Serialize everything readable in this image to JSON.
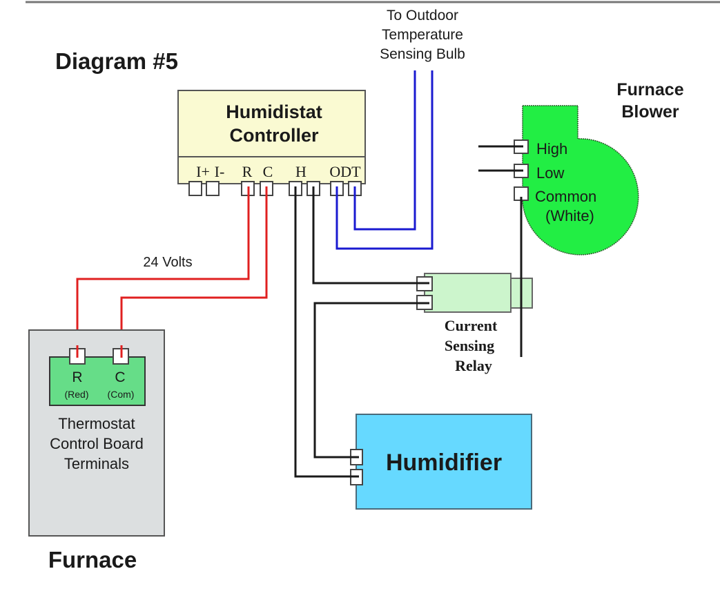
{
  "title": "Diagram #5",
  "colors": {
    "wire_power": "#e02020",
    "wire_sensor": "#1a1ad0",
    "wire_control": "#1a1a1a",
    "humidistat_fill": "#fafad2",
    "blower_fill": "#22ee44",
    "relay_fill": "#ccf5cc",
    "humidifier_fill": "#66d9ff",
    "furnace_fill": "#dcdfe0",
    "terminal_block_fill": "#66dd88"
  },
  "outdoor_sensor": {
    "label_lines": [
      "To Outdoor",
      "Temperature",
      "Sensing Bulb"
    ]
  },
  "humidistat": {
    "title_lines": [
      "Humidistat",
      "Controller"
    ],
    "terminal_labels": [
      "I+",
      "I-",
      "R",
      "C",
      "H",
      "ODT"
    ]
  },
  "blower": {
    "title_lines": [
      "Furnace",
      "Blower"
    ],
    "terminals": [
      "High",
      "Low",
      "Common",
      "(White)"
    ]
  },
  "relay": {
    "label_lines": [
      "Current",
      "Sensing",
      "Relay"
    ]
  },
  "humidifier": {
    "label": "Humidifier"
  },
  "power_wire_label": "24 Volts",
  "furnace": {
    "title": "Furnace",
    "board_label_lines": [
      "Thermostat",
      "Control Board",
      "Terminals"
    ],
    "terminals": [
      {
        "letter": "R",
        "sub": "(Red)"
      },
      {
        "letter": "C",
        "sub": "(Com)"
      }
    ]
  }
}
